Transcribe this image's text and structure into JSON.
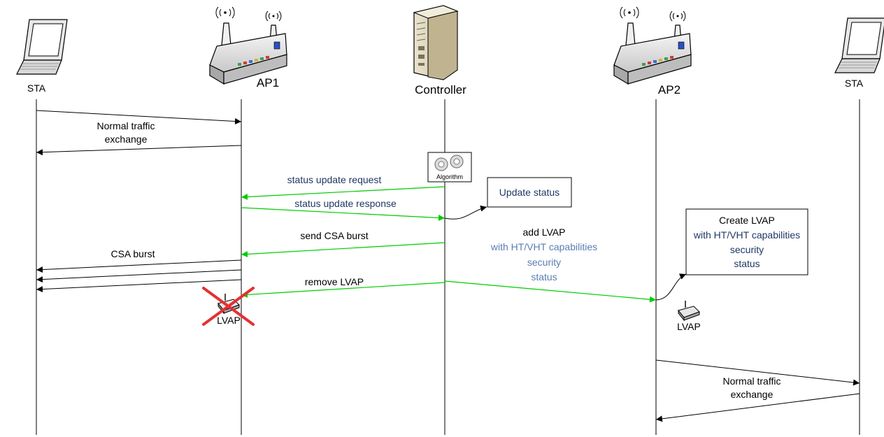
{
  "entities": {
    "sta_left": "STA",
    "ap1": "AP1",
    "controller": "Controller",
    "ap2": "AP2",
    "sta_right": "STA"
  },
  "messages": {
    "normal_traffic_top": [
      "Normal traffic",
      "exchange"
    ],
    "status_update_request": "status update request",
    "status_update_response": "status update response",
    "send_csa_burst": "send CSA burst",
    "csa_burst": "CSA burst",
    "remove_lvap": "remove LVAP",
    "add_lvap_title": "add LVAP",
    "add_lvap_details": [
      "with HT/VHT capabilities",
      "security",
      "status"
    ],
    "normal_traffic_bottom": [
      "Normal traffic",
      "exchange"
    ]
  },
  "notes": {
    "algorithm": "Algorithm",
    "update_status": "Update status",
    "create_lvap_title": "Create LVAP",
    "create_lvap_details": [
      "with HT/VHT capabilities",
      "security",
      "status"
    ]
  },
  "lvap": {
    "ap1_label": "LVAP",
    "ap2_label": "LVAP"
  },
  "colors": {
    "control_message": "#00CC00",
    "removed_mark": "#E53030",
    "note_text_dark": "#1F3864",
    "note_text_light": "#5A7DB0"
  },
  "icons": {
    "sta": "laptop-icon",
    "ap": "wireless-router-icon",
    "controller": "server-tower-icon",
    "algorithm": "gears-icon",
    "lvap": "mini-router-icon",
    "removed": "red-x-icon"
  }
}
